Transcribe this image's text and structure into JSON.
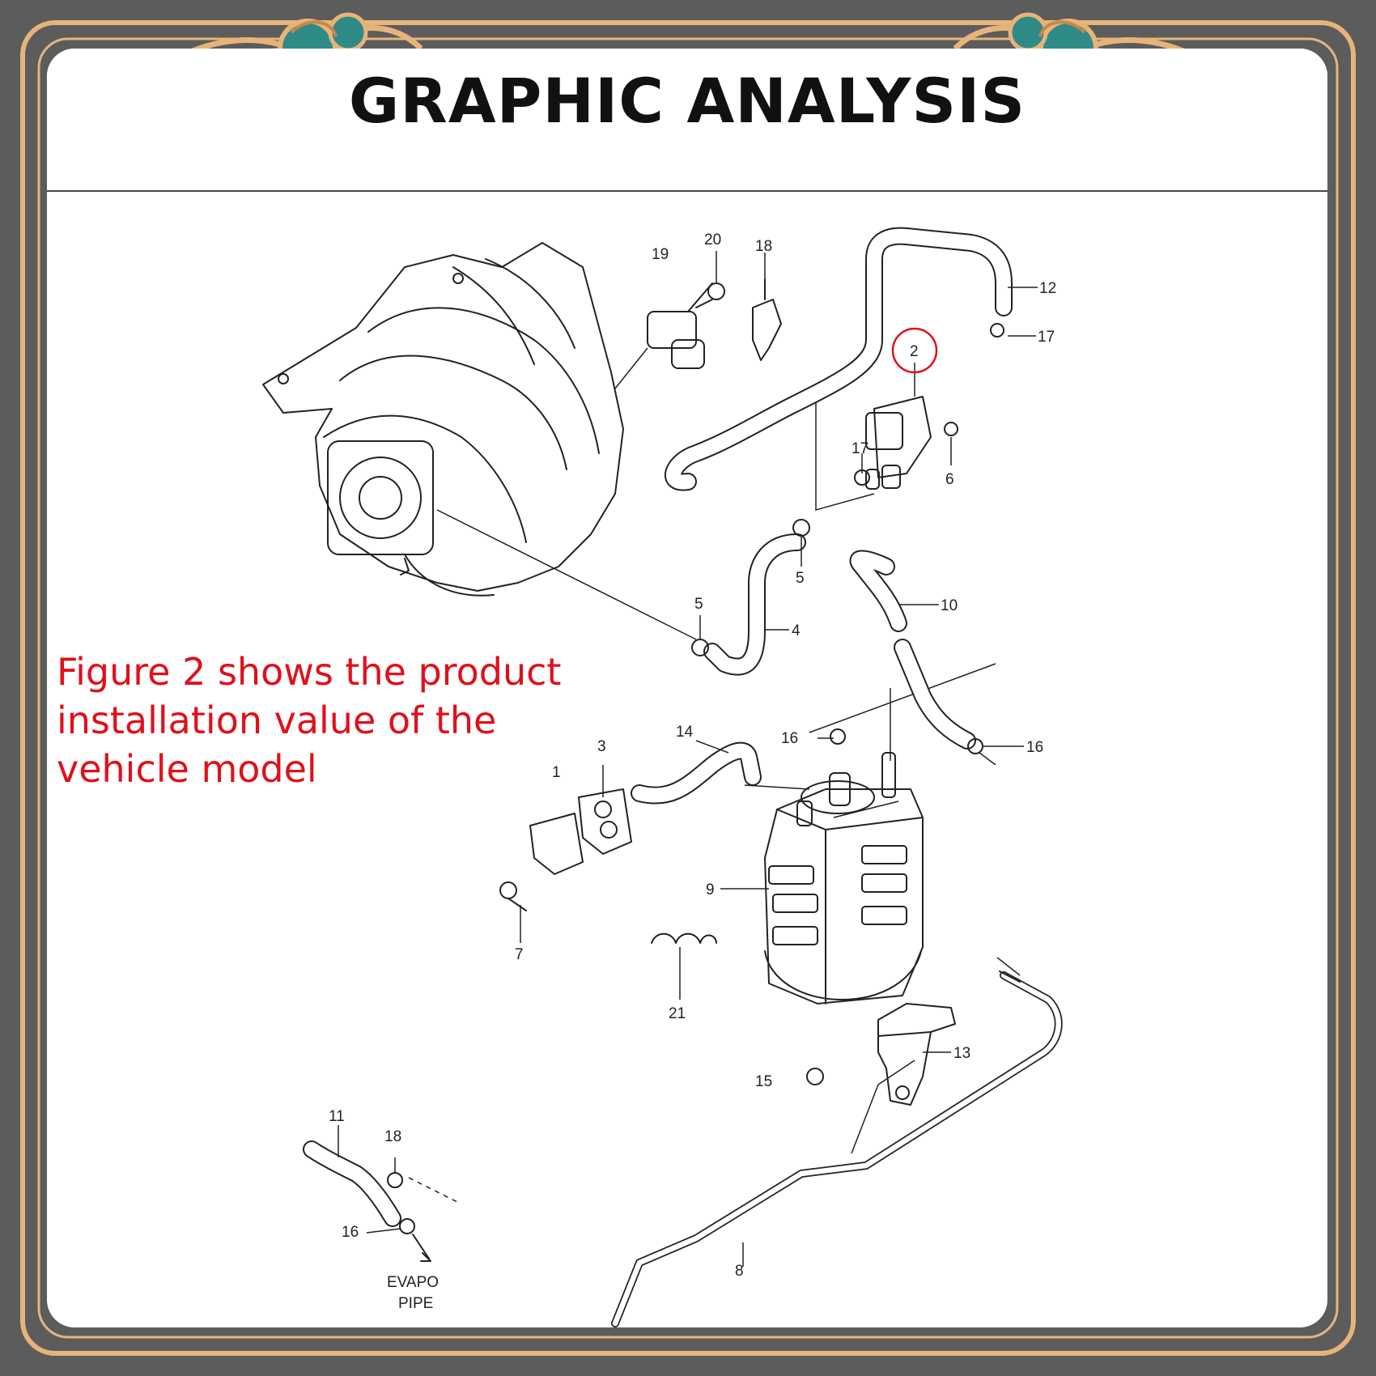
{
  "header": {
    "title": "GRAPHIC ANALYSIS"
  },
  "caption": {
    "text": "Figure 2 shows the product\ninstallation value of the\nvehicle model"
  },
  "colors": {
    "frame_dark": "#5c5c5c",
    "frame_gold": "#e6b47a",
    "ornament_teal": "#2e8b86",
    "caption_red": "#e0101b",
    "highlight_circle": "#e0101b"
  },
  "diagram": {
    "callouts": [
      "20",
      "19",
      "18",
      "12",
      "17",
      "2",
      "17",
      "6",
      "5",
      "5",
      "4",
      "10",
      "14",
      "16",
      "16",
      "3",
      "1",
      "9",
      "7",
      "21",
      "13",
      "15",
      "11",
      "18",
      "16",
      "8"
    ],
    "highlighted_callout": "2",
    "evap_label_1": "EVAPO",
    "evap_label_2": "PIPE"
  }
}
